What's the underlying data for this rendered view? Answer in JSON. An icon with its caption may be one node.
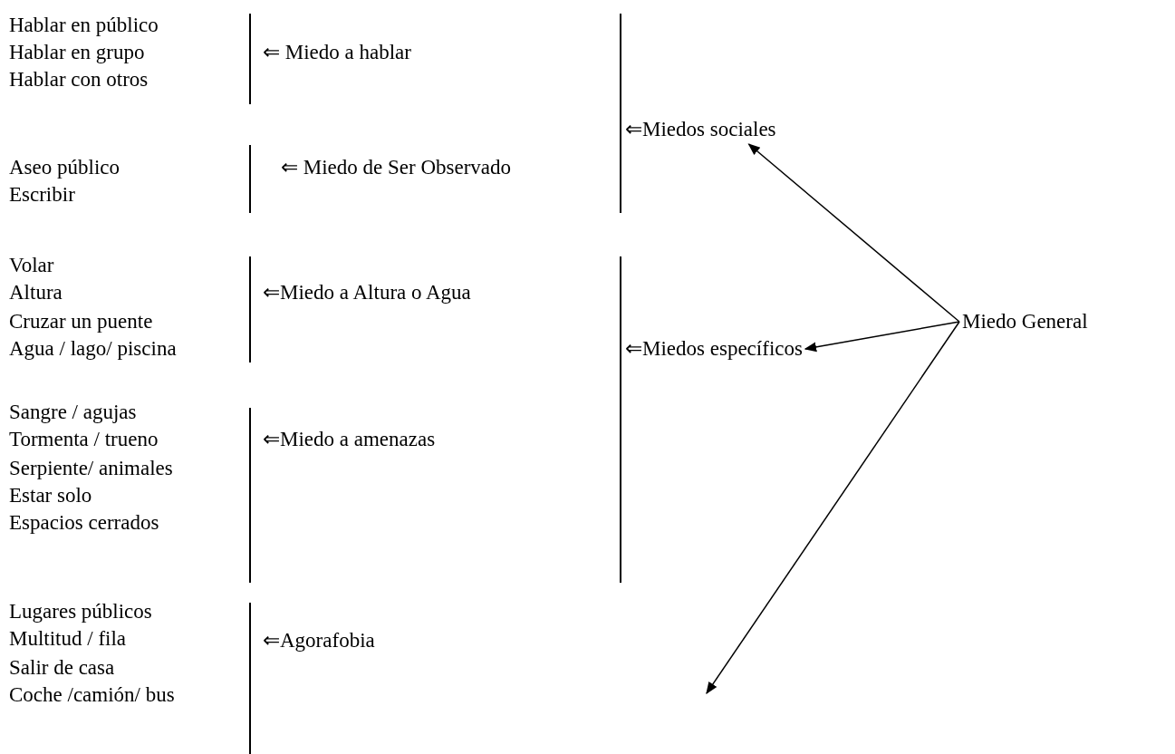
{
  "diagram": {
    "nodes": [
      {
        "text": [
          "⇐Miedos sociales"
        ]
      },
      {
        "text": [
          "Miedo General"
        ]
      },
      {
        "text": [
          "⇐Miedos específicos"
        ]
      },
      {
        "text": [
          "⇐Agorafobia"
        ]
      }
    ],
    "edges": [
      {
        "from": 1,
        "to": 0,
        "arrow": "to"
      },
      {
        "from": 1,
        "to": 2,
        "arrow": "to"
      },
      {
        "from": 1,
        "to": null,
        "arrow": "to"
      }
    ],
    "labels": [
      "Hablar en público",
      "Hablar en grupo",
      "⇐ Miedo a hablar",
      "Hablar con otros",
      "Aseo público",
      "⇐ Miedo de Ser Observado",
      "Escribir",
      "Volar",
      "Altura",
      "⇐Miedo a Altura o Agua",
      "Cruzar un puente",
      "Agua / lago/ piscina",
      "Sangre / agujas",
      "Tormenta / trueno",
      "⇐Miedo a amenazas",
      "Serpiente/ animales",
      "Estar solo",
      "Espacios cerrados",
      "Lugares públicos",
      "Multitud / fila",
      "Salir de casa",
      "Coche /camión/ bus"
    ]
  }
}
